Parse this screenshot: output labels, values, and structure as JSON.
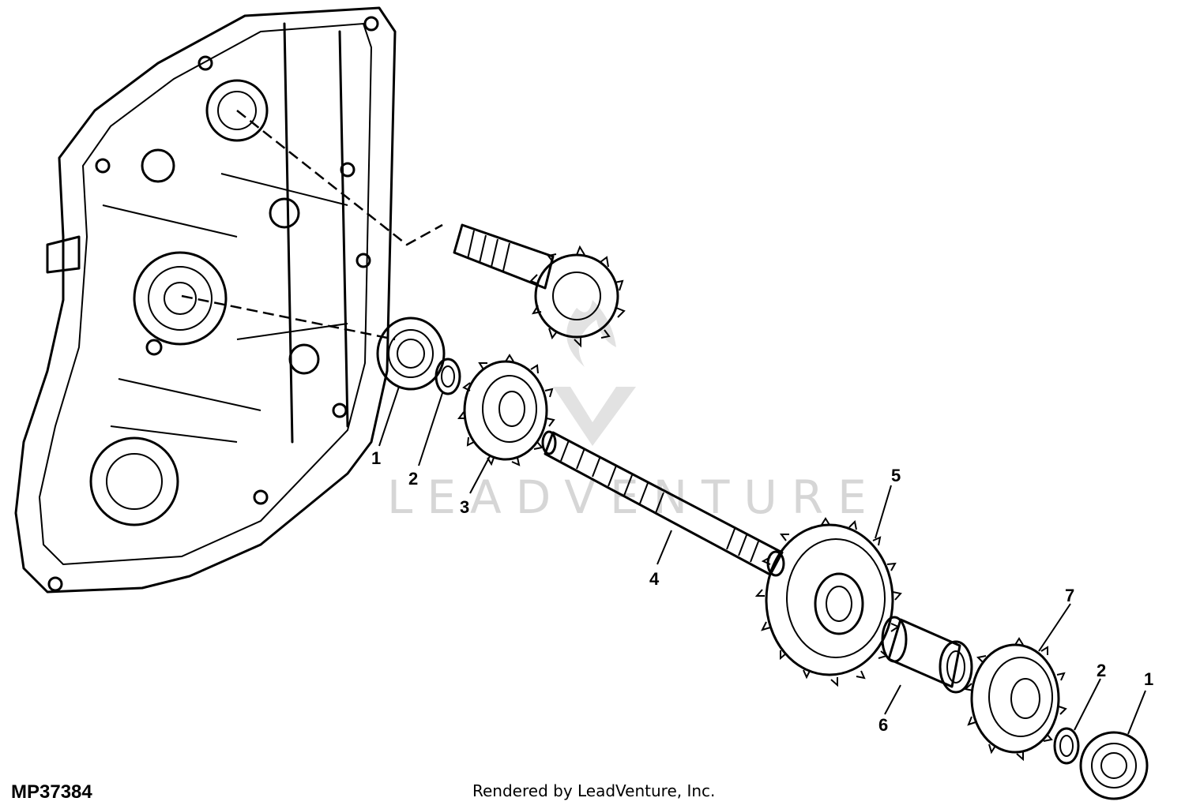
{
  "figure_id": "MP37384",
  "credit": "Rendered by LeadVenture, Inc.",
  "watermark": "LEADVENTURE",
  "callouts": {
    "c1_left": "1",
    "c2_left": "2",
    "c3": "3",
    "c4": "4",
    "c5": "5",
    "c6": "6",
    "c7": "7",
    "c2_right": "2",
    "c1_right": "1"
  }
}
